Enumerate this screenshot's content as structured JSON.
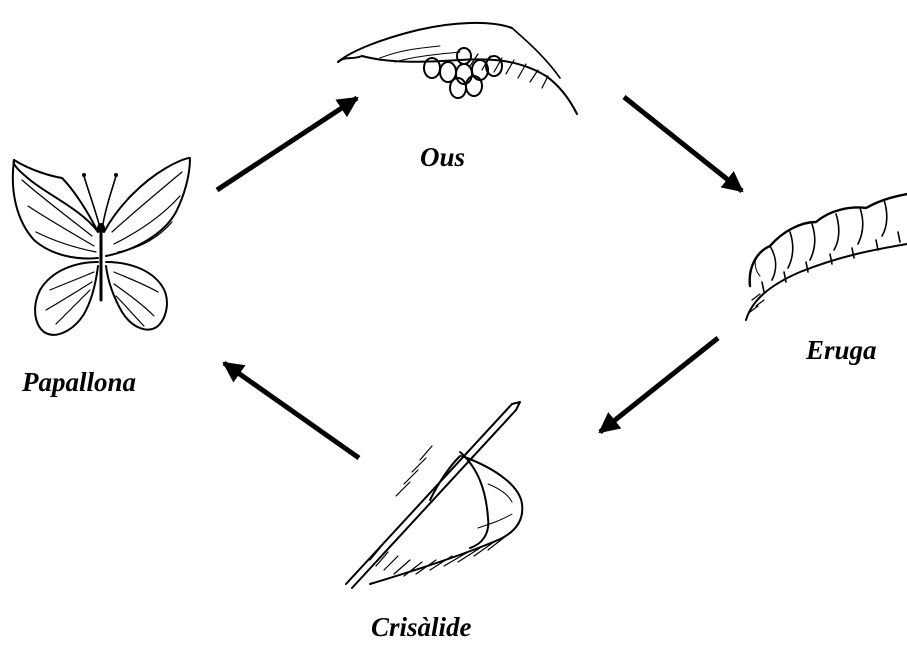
{
  "diagram": {
    "stages": {
      "eggs": {
        "label": "Ous",
        "icon": "eggs-on-leaf-icon"
      },
      "caterpillar": {
        "label": "Eruga",
        "icon": "caterpillar-on-leaf-icon"
      },
      "chrysalis": {
        "label": "Crisàlide",
        "icon": "chrysalis-icon"
      },
      "butterfly": {
        "label": "Papallona",
        "icon": "butterfly-icon"
      }
    },
    "cycle_order": [
      "Ous",
      "Eruga",
      "Crisàlide",
      "Papallona"
    ],
    "arrow_color": "#000000"
  }
}
